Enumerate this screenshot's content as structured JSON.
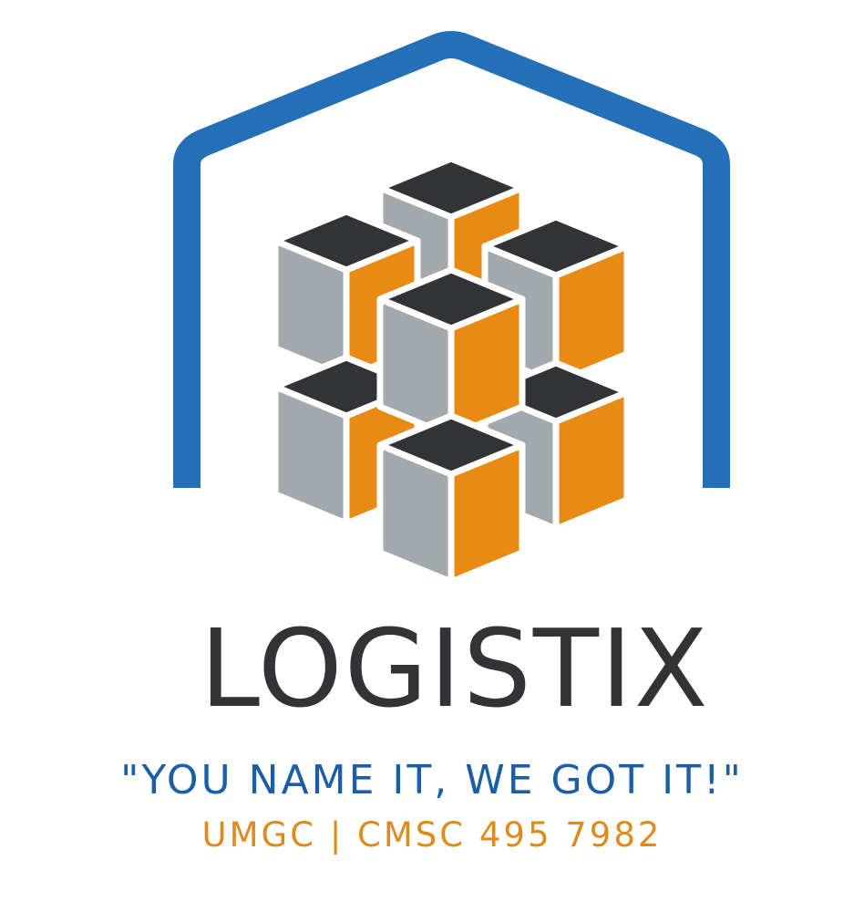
{
  "brand": {
    "name": "LOGISTIX",
    "slogan": "\"YOU NAME IT, WE GOT IT!\"",
    "course_line": "UMGC | CMSC 495 7982"
  },
  "colors": {
    "blue": "#2470b8",
    "dark": "#313336",
    "gray": "#a2a9ad",
    "orange": "#e98a15",
    "white": "#ffffff",
    "slogan_blue": "#1a5ea8",
    "course_orange": "#e08a1e"
  },
  "icons": {
    "mark": "warehouse-roof-with-stacked-boxes-icon"
  }
}
